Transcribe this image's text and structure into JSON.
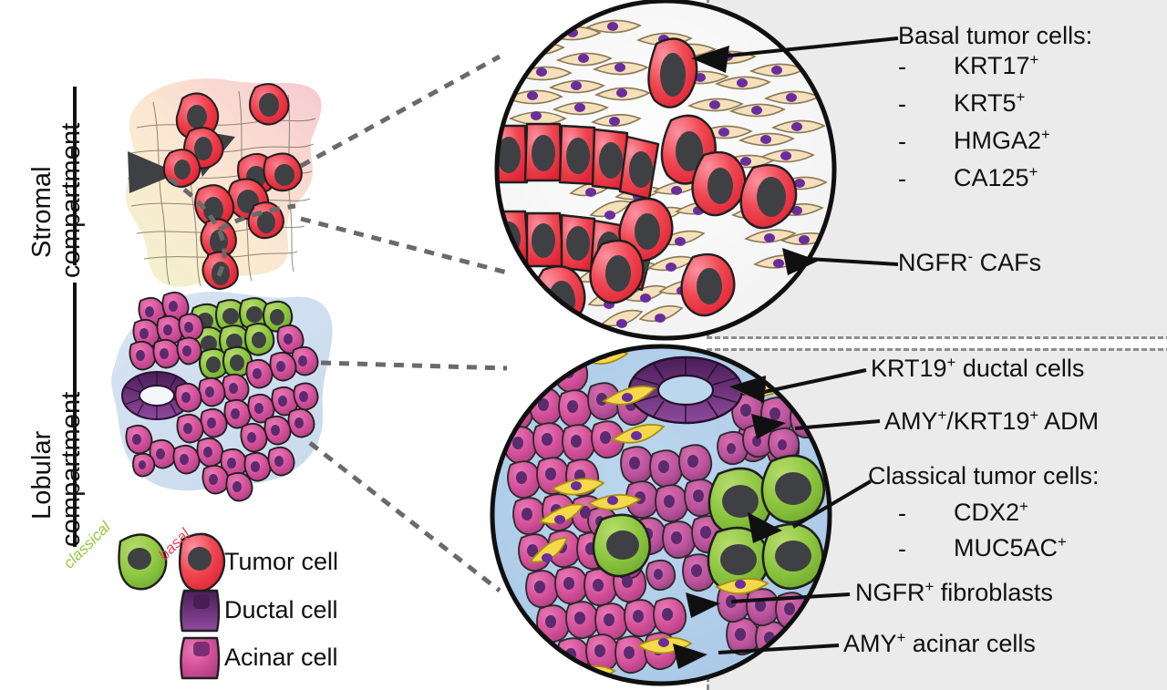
{
  "compartments": {
    "stromal": "Stromal\ncompartment",
    "stromal_line1": "Stromal",
    "stromal_line2": "compartment",
    "lobular_line1": "Lobular",
    "lobular_line2": "compartment"
  },
  "panel_top": {
    "heading": "Basal tumor cells:",
    "markers": [
      {
        "dash": "-",
        "label": "KRT17",
        "sign": "+"
      },
      {
        "dash": "-",
        "label": "KRT5",
        "sign": "+"
      },
      {
        "dash": "-",
        "label": "HMGA2",
        "sign": "+"
      },
      {
        "dash": "-",
        "label": "CA125",
        "sign": "+"
      }
    ],
    "caf_label": "NGFR",
    "caf_sign": "-",
    "caf_suffix": " CAFs"
  },
  "panel_bottom": {
    "ductal_label": "KRT19",
    "ductal_sign": "+",
    "ductal_suffix": " ductal cells",
    "adm_a": "AMY",
    "adm_a_sign": "+",
    "adm_sep": "/KRT19",
    "adm_b_sign": "+",
    "adm_suffix": " ADM",
    "classical_heading": "Classical tumor cells:",
    "classical_markers": [
      {
        "dash": "-",
        "label": "CDX2",
        "sign": "+"
      },
      {
        "dash": "-",
        "label": "MUC5AC",
        "sign": "+"
      }
    ],
    "fibro_label": "NGFR",
    "fibro_sign": "+",
    "fibro_suffix": " fibroblasts",
    "acinar_label": "AMY",
    "acinar_sign": "+",
    "acinar_suffix": " acinar cells"
  },
  "legend": {
    "classical": "classical",
    "basal": "basal",
    "tumor_cell": "Tumor cell",
    "ductal_cell": "Ductal cell",
    "acinar_cell": "Acinar cell"
  },
  "colors": {
    "basal_tumor": "#ef3b47",
    "classical_tumor": "#8cc63f",
    "acinar": "#d4519a",
    "ductal": "#6b2d7a",
    "caf": "#f5e0bb",
    "ngfr_fibroblast": "#f5d949",
    "stroma_blob_start": "#eef0c2",
    "stroma_blob_end": "#f4c7cd",
    "lobule_blob": "#ccdcef",
    "panel_bg": "#ebebeb",
    "panel_border": "#8d8d8d",
    "nucleus": "#3f4044",
    "ductal_nucleus": "#6b2d7a"
  }
}
